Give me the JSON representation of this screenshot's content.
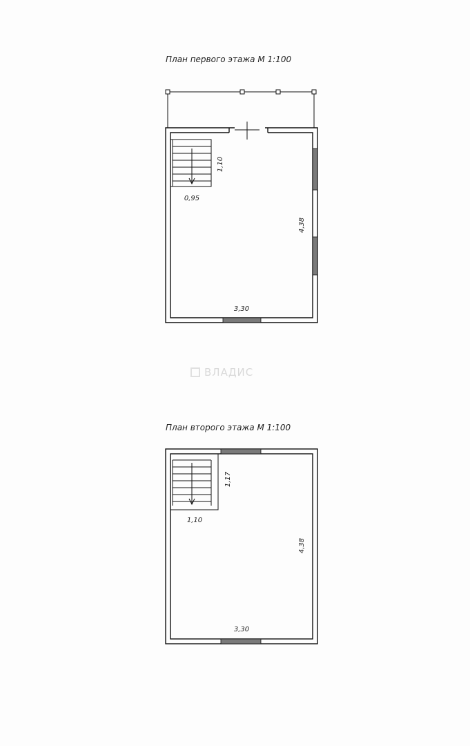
{
  "floor_1": {
    "title": "План первого этажа М 1:100",
    "stair_length": "1,10",
    "stair_width": "0,95",
    "room_length": "4,38",
    "room_width": "3,30"
  },
  "floor_2": {
    "title": "План второго этажа М 1:100",
    "stair_length": "1,17",
    "stair_width": "1,10",
    "room_length": "4,38",
    "room_width": "3,30"
  },
  "watermark": "ВЛАДИС"
}
